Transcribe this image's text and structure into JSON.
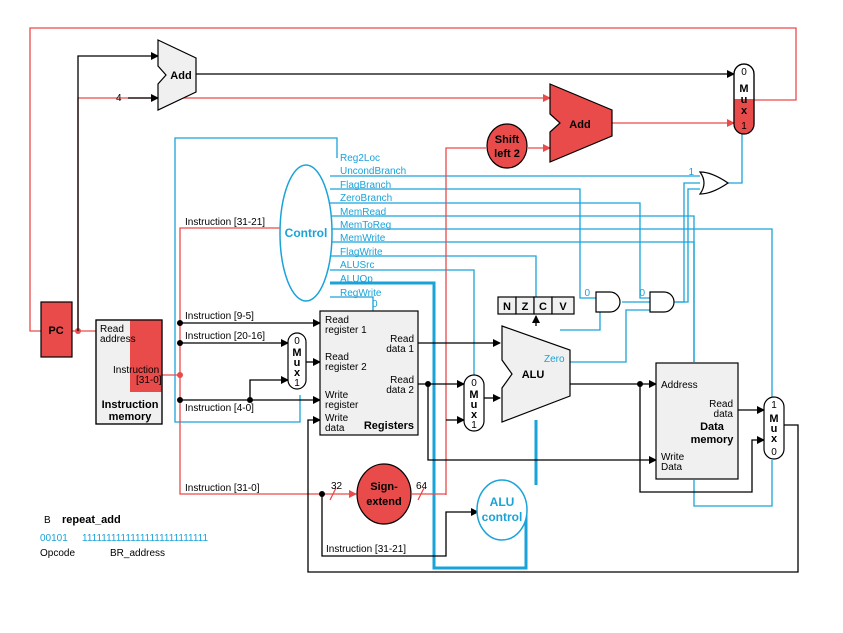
{
  "units": {
    "pc": "PC",
    "add_top": "Add",
    "add_branch": "Add",
    "four": "4",
    "shift": [
      "Shift",
      "left 2"
    ],
    "control": "Control",
    "imem": {
      "read_address": [
        "Read",
        "address"
      ],
      "instruction": [
        "Instruction",
        "[31-0]"
      ],
      "title": [
        "Instruction",
        "memory"
      ]
    },
    "regs": {
      "read_reg1": [
        "Read",
        "register 1"
      ],
      "read_reg2": [
        "Read",
        "register 2"
      ],
      "write_reg": [
        "Write",
        "register"
      ],
      "write_data": [
        "Write",
        "data"
      ],
      "read_data1": [
        "Read",
        "data 1"
      ],
      "read_data2": [
        "Read",
        "data 2"
      ],
      "title": "Registers"
    },
    "alu": "ALU",
    "zero": "Zero",
    "flags": [
      "N",
      "Z",
      "C",
      "V"
    ],
    "dmem": {
      "address": "Address",
      "read_data": [
        "Read",
        "data"
      ],
      "write_data": [
        "Write",
        "Data"
      ],
      "title": [
        "Data",
        "memory"
      ]
    },
    "sign_extend": [
      "Sign-",
      "extend"
    ],
    "alu_control": [
      "ALU",
      "control"
    ],
    "mux": [
      "M",
      "u",
      "x"
    ]
  },
  "mux_labels": {
    "pc_mux": [
      "0",
      "1"
    ],
    "reg_mux": [
      "0",
      "1"
    ],
    "alu_mux": [
      "0",
      "1"
    ],
    "mem_mux": [
      "1",
      "0"
    ]
  },
  "control_signals": [
    "Reg2Loc",
    "UncondBranch",
    "FlagBranch",
    "ZeroBranch",
    "MemRead",
    "MemToReg",
    "MemWrite",
    "FlagWrite",
    "ALUSrc",
    "ALUOp",
    "RegWrite"
  ],
  "control_signal_values": [
    "0",
    "1",
    "0",
    "0"
  ],
  "wire_labels": {
    "instr_31_21": "Instruction [31-21]",
    "instr_9_5": "Instruction [9-5]",
    "instr_20_16": "Instruction [20-16]",
    "instr_4_0": "Instruction [4-0]",
    "instr_31_0": "Instruction [31-0]",
    "instr_31_21_b": "Instruction [31-21]",
    "w32": "32",
    "w64": "64"
  },
  "instruction": {
    "mnemonic": "B",
    "label": "repeat_add",
    "opcode_bits": "00101",
    "address_bits": "11111111111111111111111111",
    "opcode_caption": "Opcode",
    "address_caption": "BR_address"
  },
  "colors": {
    "active": "#e94b4b",
    "control": "#1aa3d9",
    "box": "#f0f0f0"
  }
}
